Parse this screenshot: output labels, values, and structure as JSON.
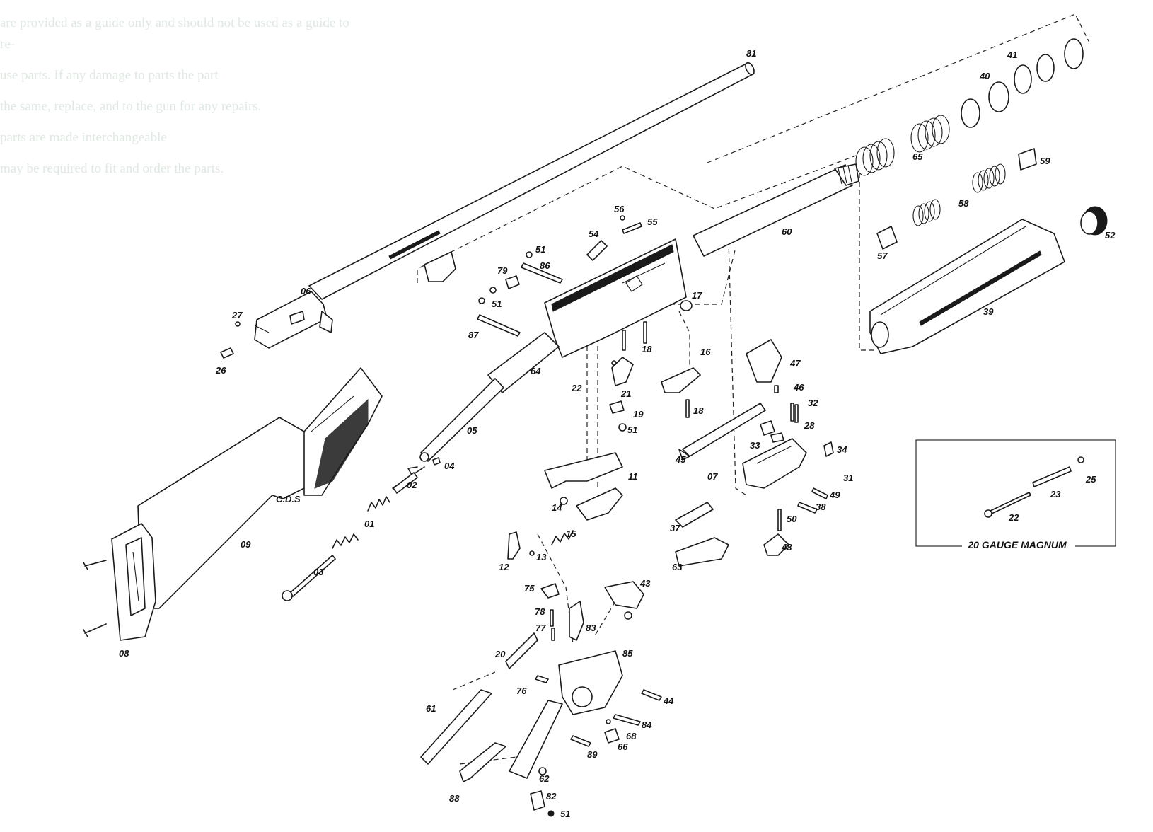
{
  "colors": {
    "ink": "#1a1a1a",
    "paper": "#ffffff",
    "faded_text": "#dfe8e2"
  },
  "faded_text": [
    "are provided as a guide only and should not be used as a guide to re-",
    "use parts. If any damage to parts the part",
    "the same, replace, and to the gun for any repairs.",
    "parts are made interchangeable",
    "may be required to fit and order the parts."
  ],
  "stock_marking": "C.D.S",
  "inset": {
    "title": "20 GAUGE MAGNUM",
    "labels": [
      "25",
      "23",
      "22"
    ]
  },
  "labels": {
    "l81": "81",
    "l06": "06",
    "l27": "27",
    "l26": "26",
    "l60": "60",
    "l64": "64",
    "l05": "05",
    "l04": "04",
    "l02": "02",
    "l01": "01",
    "l03": "03",
    "l09": "09",
    "l08": "08",
    "l65": "65",
    "l41": "41",
    "l40": "40",
    "l59": "59",
    "l58": "58",
    "l57": "57",
    "l52": "52",
    "l39": "39",
    "l56": "56",
    "l55": "55",
    "l54": "54",
    "l51a": "51",
    "l86": "86",
    "l79": "79",
    "l51b": "51",
    "l87": "87",
    "l17": "17",
    "l18a": "18",
    "l16": "16",
    "l18b": "18",
    "l22": "22",
    "l21": "21",
    "l19": "19",
    "l51c": "51",
    "l47": "47",
    "l46": "46",
    "l32": "32",
    "l28": "28",
    "l33": "33",
    "l34": "34",
    "l45": "45",
    "l07": "07",
    "l31": "31",
    "l49": "49",
    "l38": "38",
    "l37": "37",
    "l50": "50",
    "l63": "63",
    "l48": "48",
    "l11": "11",
    "l14": "14",
    "l15": "15",
    "l13": "13",
    "l12": "12",
    "l75": "75",
    "l78": "78",
    "l77": "77",
    "l43": "43",
    "l83": "83",
    "l85": "85",
    "l20": "20",
    "l76": "76",
    "l44": "44",
    "l61": "61",
    "l84": "84",
    "l68": "68",
    "l66": "66",
    "l89": "89",
    "l62": "62",
    "l88": "88",
    "l82": "82",
    "l51d": "51"
  }
}
